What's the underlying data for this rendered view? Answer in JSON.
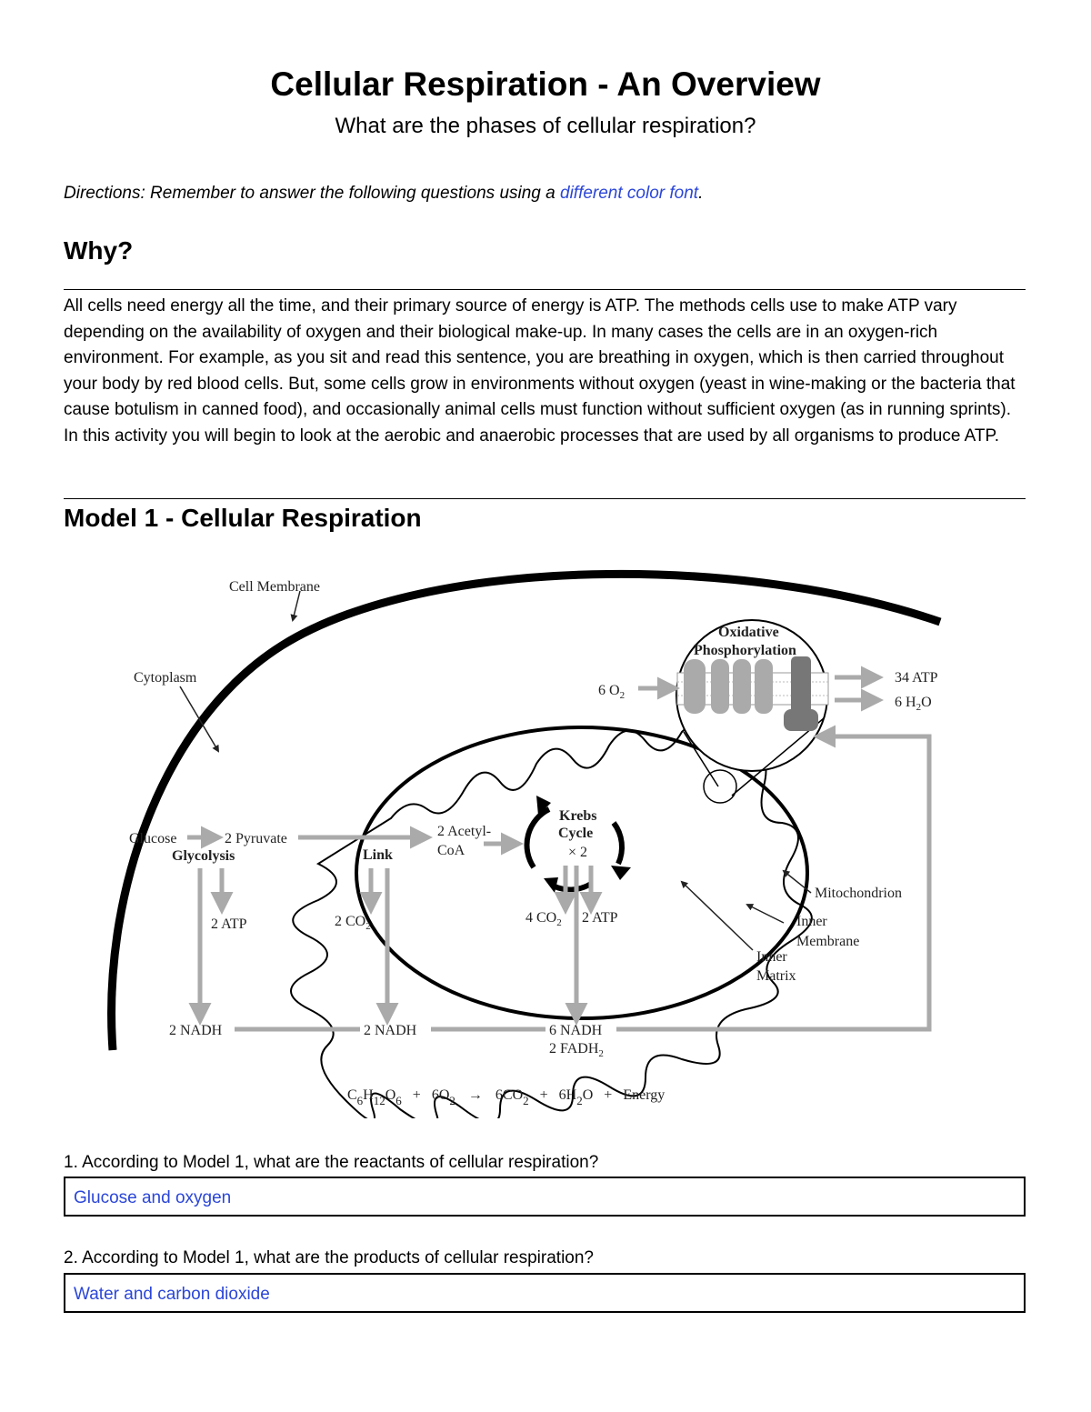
{
  "header": {
    "title": "Cellular Respiration - An Overview",
    "subtitle": "What are the phases of cellular respiration?"
  },
  "directions": {
    "prefix": "Directions: Remember to answer the following questions using a ",
    "colored": "different color font",
    "suffix": "."
  },
  "why": {
    "heading": "Why?",
    "paragraph": "All cells need energy all the time, and their primary source of energy is ATP. The methods cells use to make ATP vary depending on the availability of oxygen and their biological make-up. In many cases the cells are in an oxygen-rich environment. For example, as you sit and read this sentence, you are breathing in oxygen, which is then carried throughout your body by red blood cells. But, some cells grow in environments without oxygen (yeast in wine-making or the bacteria that cause botulism in canned food), and occasionally animal cells must function without sufficient oxygen (as in running sprints). In this activity you will begin to look at the aerobic and anaerobic processes that are used by all organisms to produce ATP."
  },
  "model": {
    "heading": "Model 1 - Cellular Respiration",
    "labels": {
      "cell_membrane": "Cell Membrane",
      "cytoplasm": "Cytoplasm",
      "oxidative1": "Oxidative",
      "oxidative2": "Phosphorylation",
      "o2": "6 O",
      "o2_sub": "2",
      "atp34": "34 ATP",
      "h2o_a": "6 H",
      "h2o_sub": "2",
      "h2o_b": "O",
      "glucose": "Glucose",
      "pyruvate": "2 Pyruvate",
      "glycolysis": "Glycolysis",
      "acetyl1": "2 Acetyl-",
      "acetyl2": "CoA",
      "link": "Link",
      "krebs1": "Krebs",
      "krebs2": "Cycle",
      "krebs3": "× 2",
      "mito": "Mitochondrion",
      "inner_mem1": "Inner",
      "inner_mem2": "Membrane",
      "inner_mat1": "Inner",
      "inner_mat2": "Matrix",
      "atp2_glyc": "2 ATP",
      "co2_link_a": "2 CO",
      "co2_link_sub": "2",
      "co2_krebs_a": "4 CO",
      "co2_krebs_sub": "2",
      "atp2_krebs": "2 ATP",
      "nadh1": "2 NADH",
      "nadh2": "2 NADH",
      "nadh3": "6 NADH",
      "fadh_a": "2 FADH",
      "fadh_sub": "2"
    },
    "equation": {
      "c": "C",
      "c_sub": "6",
      "h": "H",
      "h_sub": "12",
      "o": "O",
      "o_sub": "6",
      "plus1": "+",
      "o2_coef": "6O",
      "o2_sub": "2",
      "arrow": "→",
      "co2_coef": "6CO",
      "co2_sub": "2",
      "plus2": "+",
      "h2o_coef": "6H",
      "h2o_sub": "2",
      "h2o_o": "O",
      "plus3": "+",
      "energy": "Energy"
    }
  },
  "questions": [
    {
      "prompt": "1. According to Model 1, what are the reactants of cellular respiration?",
      "answer": "Glucose and oxygen"
    },
    {
      "prompt": "2. According to Model 1, what are the products of cellular respiration?",
      "answer": "Water and carbon dioxide"
    }
  ]
}
